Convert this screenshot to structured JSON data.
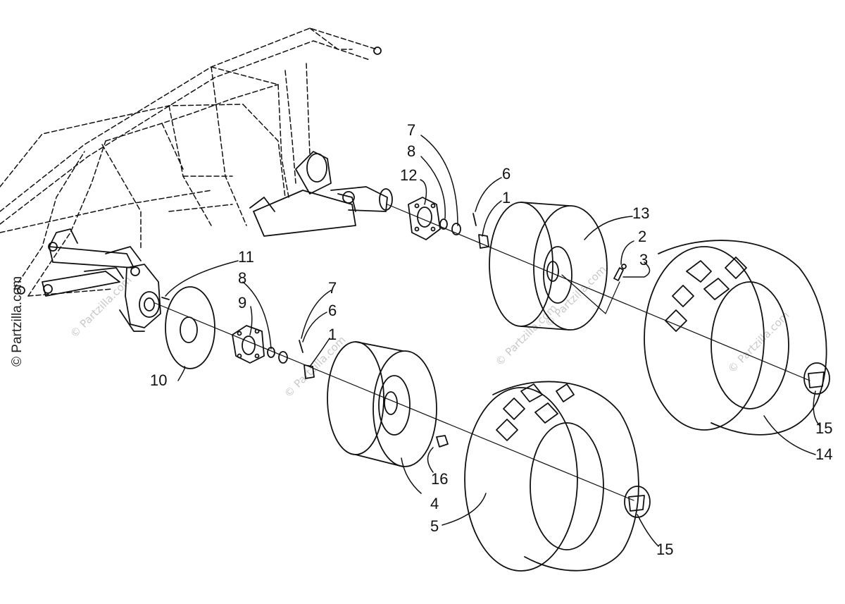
{
  "watermark": "© Partzilla.com",
  "callouts": [
    {
      "id": "c1a",
      "text": "1"
    },
    {
      "id": "c1b",
      "text": "1"
    },
    {
      "id": "c2",
      "text": "2"
    },
    {
      "id": "c3",
      "text": "3"
    },
    {
      "id": "c4",
      "text": "4"
    },
    {
      "id": "c5",
      "text": "5"
    },
    {
      "id": "c6a",
      "text": "6"
    },
    {
      "id": "c6b",
      "text": "6"
    },
    {
      "id": "c7a",
      "text": "7"
    },
    {
      "id": "c7b",
      "text": "7"
    },
    {
      "id": "c8a",
      "text": "8"
    },
    {
      "id": "c8b",
      "text": "8"
    },
    {
      "id": "c9",
      "text": "9"
    },
    {
      "id": "c10",
      "text": "10"
    },
    {
      "id": "c11",
      "text": "11"
    },
    {
      "id": "c12",
      "text": "12"
    },
    {
      "id": "c13",
      "text": "13"
    },
    {
      "id": "c14",
      "text": "14"
    },
    {
      "id": "c15a",
      "text": "15"
    },
    {
      "id": "c15b",
      "text": "15"
    },
    {
      "id": "c16",
      "text": "16"
    }
  ],
  "colors": {
    "line": "#111111",
    "background": "#ffffff",
    "watermark": "#bbbbbb"
  }
}
